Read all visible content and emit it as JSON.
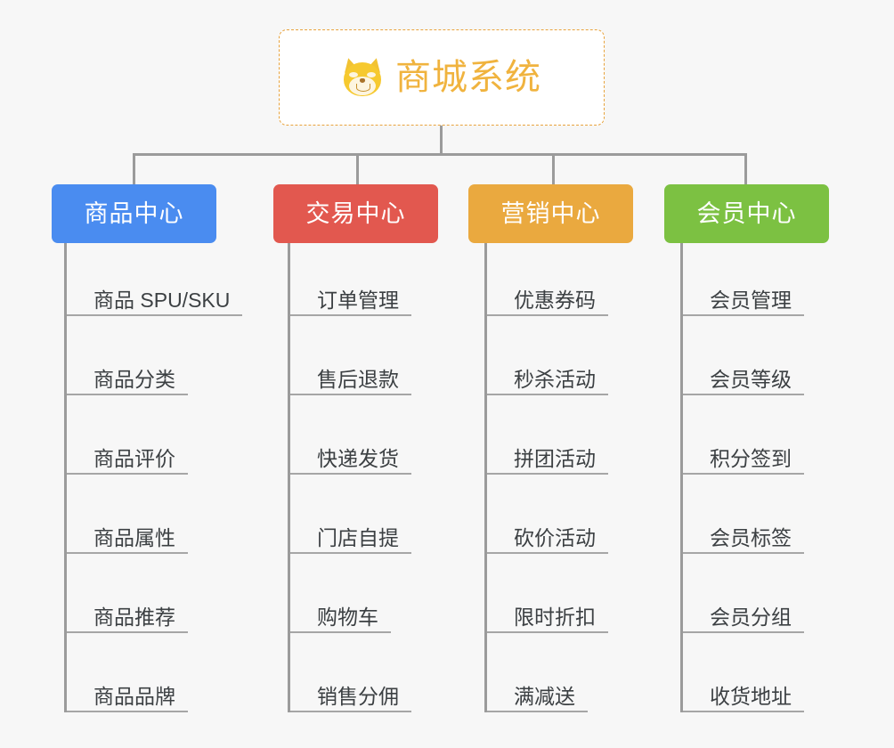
{
  "page": {
    "background_color": "#f7f7f7",
    "connector_color": "#9b9b9b",
    "leaf_underline_color": "#a6a6a6",
    "leaf_text_color": "#3c4043"
  },
  "root": {
    "title": "商城系统",
    "icon": "dog-face-icon",
    "text_color": "#f0b33e",
    "border_color": "#e8a33d",
    "background_color": "#ffffff"
  },
  "branches": [
    {
      "title": "商品中心",
      "color": "#4a8cf0",
      "items": [
        "商品 SPU/SKU",
        "商品分类",
        "商品评价",
        "商品属性",
        "商品推荐",
        "商品品牌"
      ]
    },
    {
      "title": "交易中心",
      "color": "#e2584f",
      "items": [
        "订单管理",
        "售后退款",
        "快递发货",
        "门店自提",
        "购物车",
        "销售分佣"
      ]
    },
    {
      "title": "营销中心",
      "color": "#eaa93f",
      "items": [
        "优惠券码",
        "秒杀活动",
        "拼团活动",
        "砍价活动",
        "限时折扣",
        "满减送"
      ]
    },
    {
      "title": "会员中心",
      "color": "#7cc142",
      "items": [
        "会员管理",
        "会员等级",
        "积分签到",
        "会员标签",
        "会员分组",
        "收货地址"
      ]
    }
  ]
}
